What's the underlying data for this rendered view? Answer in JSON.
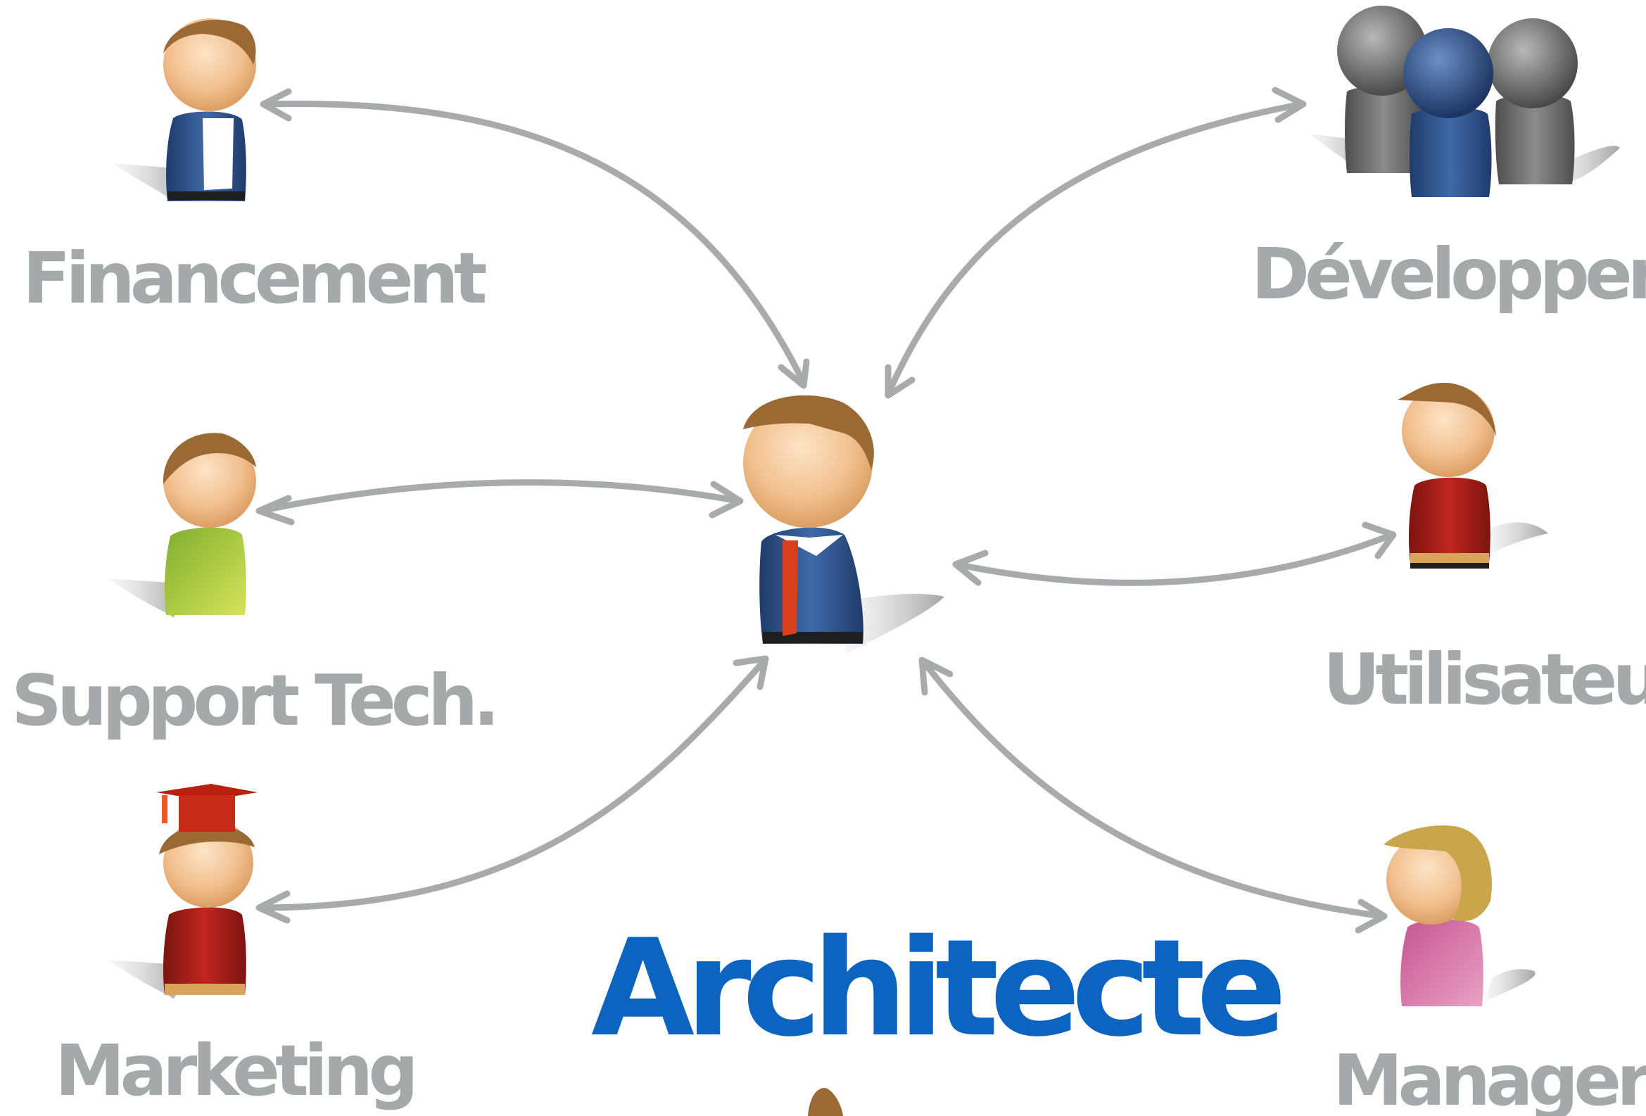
{
  "diagram": {
    "title": "Architecte",
    "center_role": "Architecte",
    "stakeholders": [
      {
        "id": "financement",
        "label": "Financement"
      },
      {
        "id": "support",
        "label": "Support Tech."
      },
      {
        "id": "marketing",
        "label": "Marketing"
      },
      {
        "id": "developpement",
        "label": "Développement"
      },
      {
        "id": "utilisateur",
        "label": "Utilisateur"
      },
      {
        "id": "manager",
        "label": "Manager"
      }
    ],
    "connection_type": "bidirectional-arrows"
  },
  "colors": {
    "title": "#0c64c0",
    "labels": "#a6a9aa",
    "arrows": "#a8aaab",
    "skin": "#f2c08f",
    "hair_brown": "#9b6a34",
    "hair_blonde": "#c9a64b",
    "suit_blue": "#2d4f86",
    "shirt_green": "#a8c83c",
    "sweater_red": "#b0201c",
    "sweater_pink": "#d77aa6",
    "tie_red": "#d8401c",
    "group_grey": "#6f6f6f",
    "group_blue": "#2e5488"
  },
  "icons": [
    "person-suit-icon",
    "person-green-icon",
    "graduate-icon",
    "group-icon",
    "person-red-icon",
    "woman-pink-icon",
    "architect-icon"
  ]
}
